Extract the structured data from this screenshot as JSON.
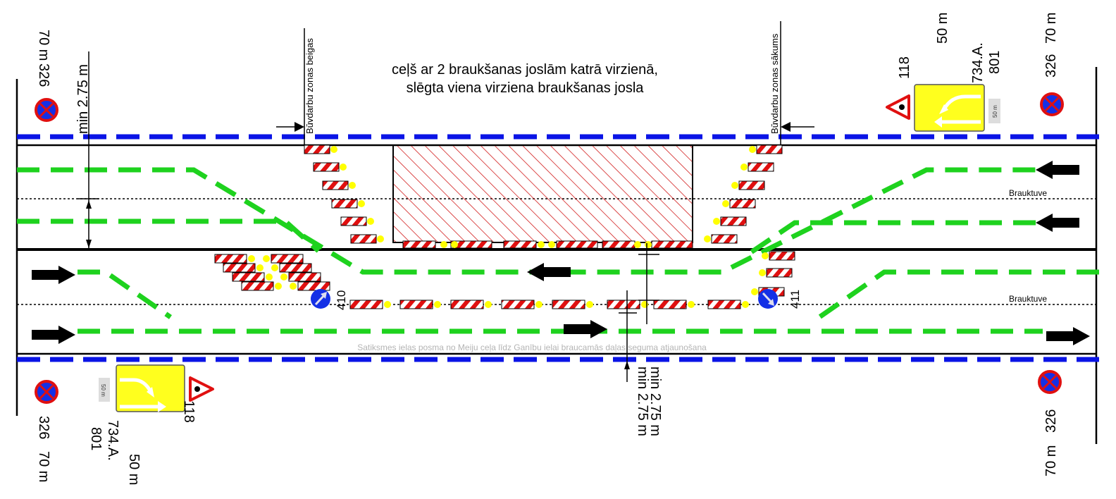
{
  "title": {
    "line1": "ceļš ar 2 braukšanas joslām katrā virzienā,",
    "line2": "slēgta viena virziena braukšanas josla"
  },
  "zone_markers": {
    "end": "Būvdarbu zonas beigas",
    "start": "Būvdarbu zonas sākums"
  },
  "carriageway_label": "Brauktuve",
  "watermark": "Satiksmes ielas posma no Meiju ceļa līdz Ganību ielai braucamās daļas seguma atjaunošana",
  "dimensions": {
    "left": "min 2.75 m",
    "bottom_a": "min 2.75 m",
    "bottom_b": "min 2.75 m"
  },
  "signs": {
    "top_left": {
      "distance": "70 m",
      "code": "326"
    },
    "top_right": {
      "warning_code": "118",
      "distance_50": "50 m",
      "detour_code": "734.A.",
      "plate_code": "801",
      "plate_text": "50 m",
      "no_parking_code": "326",
      "no_parking_distance": "70 m"
    },
    "bottom_left": {
      "no_parking_code": "326",
      "no_parking_distance": "70 m",
      "detour_code": "734.A.",
      "plate_code": "801",
      "plate_text": "50 m",
      "distance_50": "50 m",
      "warning_code": "118"
    },
    "bottom_right": {
      "code": "326",
      "distance": "70 m"
    },
    "keep_left": "410",
    "keep_right": "411"
  },
  "colors": {
    "lane_green": "#1ed21e",
    "boundary_blue": "#0a14e6",
    "barrier_red": "#e01010",
    "lamp_yellow": "#ffff00",
    "sign_yellow": "#ffff1e",
    "sign_blue": "#1430e6"
  },
  "icons": [
    "no-parking-sign-icon",
    "roadworks-warning-icon",
    "lane-shift-sign-icon",
    "keep-left-sign-icon",
    "keep-right-sign-icon",
    "direction-arrow-icon",
    "barrier-icon",
    "warning-lamp-icon"
  ]
}
